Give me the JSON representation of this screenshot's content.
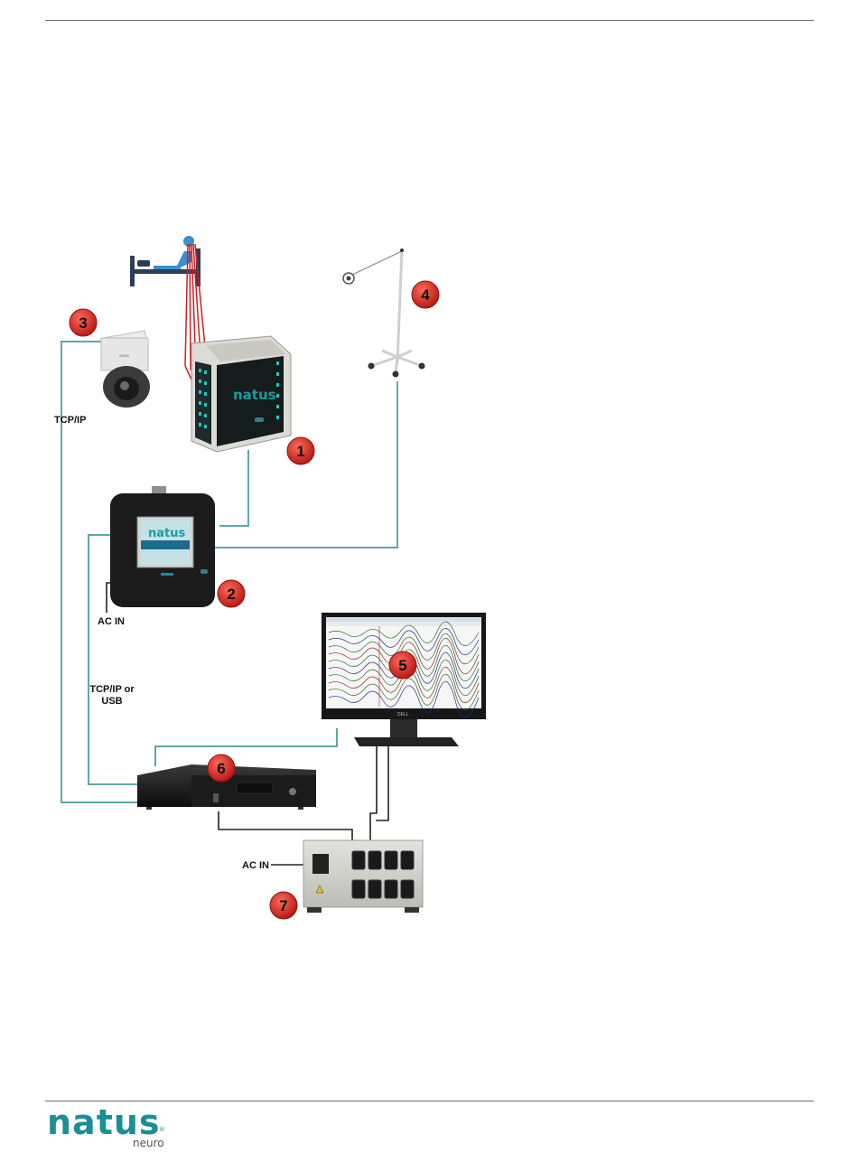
{
  "labels": {
    "tcpip": "TCP/IP",
    "acin_1": "AC IN",
    "tcpip_usb_line1": "TCP/IP or",
    "tcpip_usb_line2": "USB",
    "acin_2": "AC IN"
  },
  "badges": [
    "1",
    "2",
    "3",
    "4",
    "5",
    "6",
    "7"
  ],
  "device_text": {
    "amplifier_brand": "natus",
    "base_unit_brand": "natus",
    "camera_brand": "SONY",
    "monitor_brand": "DELL"
  },
  "footer": {
    "logo_word": "natus",
    "logo_reg": "®",
    "logo_sub": "neuro"
  },
  "colors": {
    "cable": "#5fa7a8",
    "badge": "#d42a22",
    "brand": "#1d8e97",
    "electrode": "#cc2222"
  }
}
